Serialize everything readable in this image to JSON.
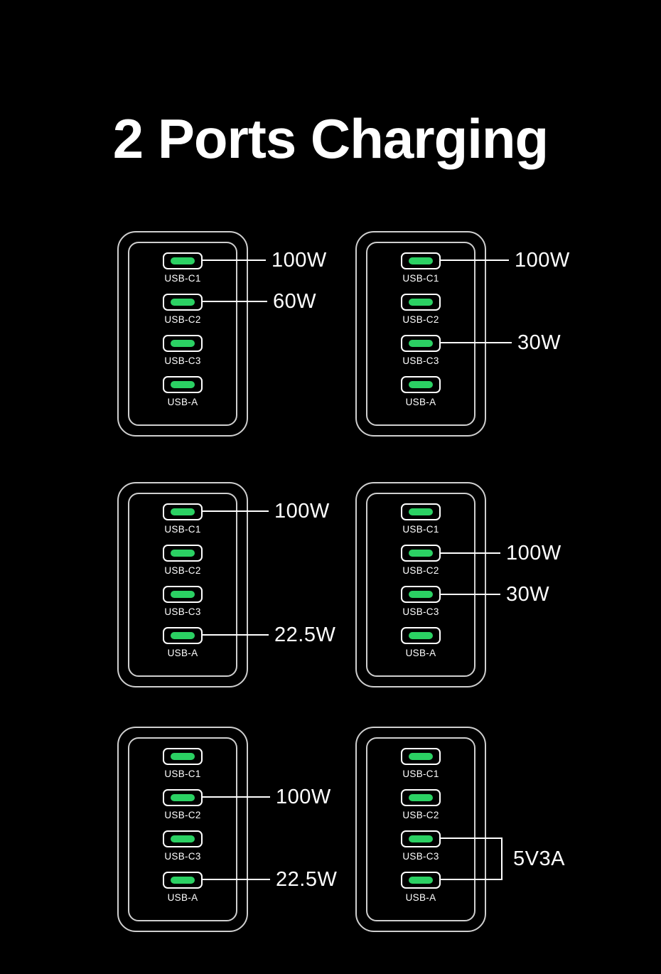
{
  "title": "2 Ports Charging",
  "colors": {
    "background": "#000000",
    "text": "#ffffff",
    "outline": "#cfcfcf",
    "port_fill": "#2bd163"
  },
  "chargers": [
    {
      "name": "top-left",
      "ports": [
        {
          "label": "USB-C1"
        },
        {
          "label": "USB-C2"
        },
        {
          "label": "USB-C3"
        },
        {
          "label": "USB-A"
        }
      ],
      "annotations": [
        {
          "text": "100W",
          "port": "USB-C1"
        },
        {
          "text": "60W",
          "port": "USB-C2"
        }
      ]
    },
    {
      "name": "top-right",
      "ports": [
        {
          "label": "USB-C1"
        },
        {
          "label": "USB-C2"
        },
        {
          "label": "USB-C3"
        },
        {
          "label": "USB-A"
        }
      ],
      "annotations": [
        {
          "text": "100W",
          "port": "USB-C1"
        },
        {
          "text": "30W",
          "port": "USB-C3"
        }
      ]
    },
    {
      "name": "middle-left",
      "ports": [
        {
          "label": "USB-C1"
        },
        {
          "label": "USB-C2"
        },
        {
          "label": "USB-C3"
        },
        {
          "label": "USB-A"
        }
      ],
      "annotations": [
        {
          "text": "100W",
          "port": "USB-C1"
        },
        {
          "text": "22.5W",
          "port": "USB-A"
        }
      ]
    },
    {
      "name": "middle-right",
      "ports": [
        {
          "label": "USB-C1"
        },
        {
          "label": "USB-C2"
        },
        {
          "label": "USB-C3"
        },
        {
          "label": "USB-A"
        }
      ],
      "annotations": [
        {
          "text": "100W",
          "port": "USB-C2"
        },
        {
          "text": "30W",
          "port": "USB-C3"
        }
      ]
    },
    {
      "name": "bottom-left",
      "ports": [
        {
          "label": "USB-C1"
        },
        {
          "label": "USB-C2"
        },
        {
          "label": "USB-C3"
        },
        {
          "label": "USB-A"
        }
      ],
      "annotations": [
        {
          "text": "100W",
          "port": "USB-C2"
        },
        {
          "text": "22.5W",
          "port": "USB-A"
        }
      ]
    },
    {
      "name": "bottom-right",
      "ports": [
        {
          "label": "USB-C1"
        },
        {
          "label": "USB-C2"
        },
        {
          "label": "USB-C3"
        },
        {
          "label": "USB-A"
        }
      ],
      "annotations": [
        {
          "text": "5V3A",
          "port": "USB-C3 + USB-A"
        }
      ]
    }
  ]
}
